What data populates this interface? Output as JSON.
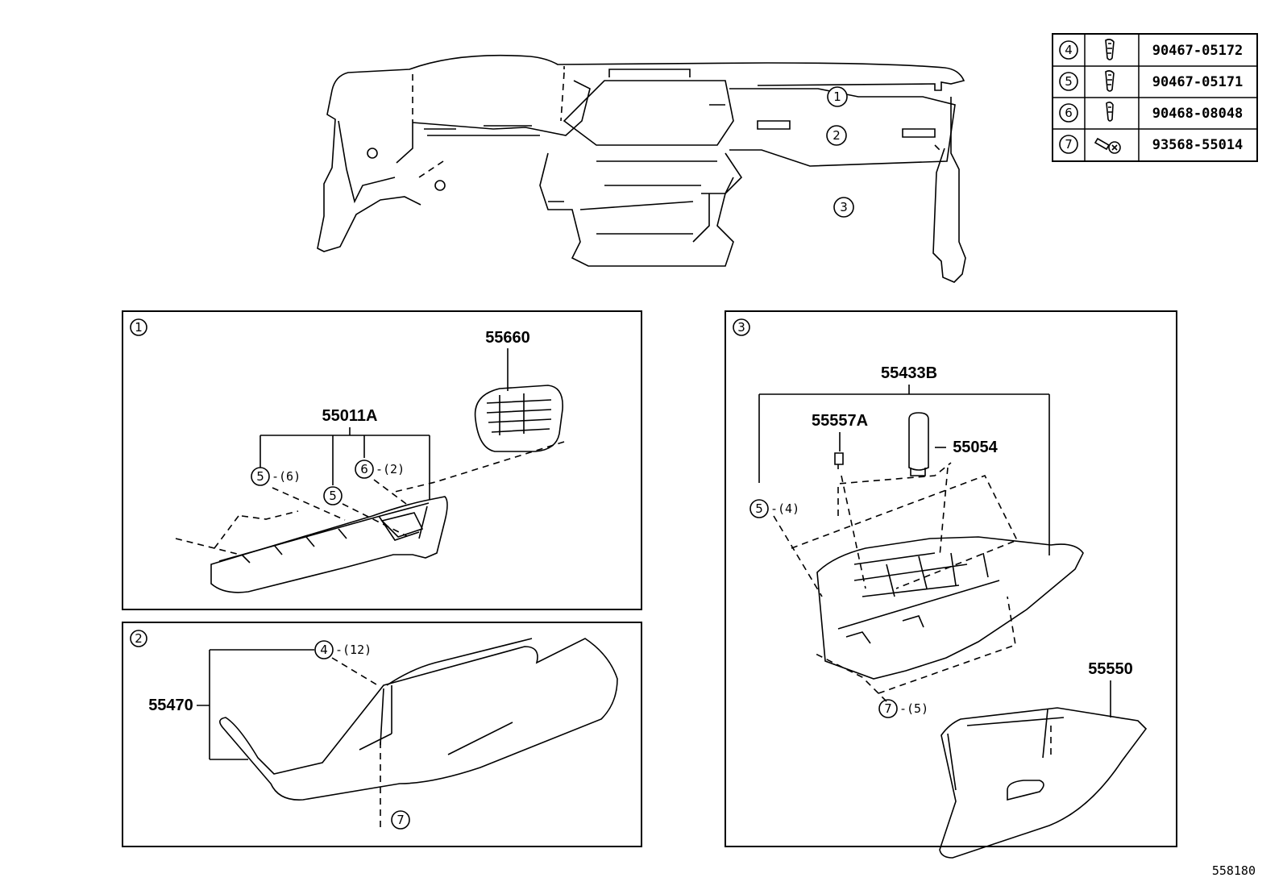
{
  "table": {
    "rows": [
      {
        "num": "4",
        "icon": "clip-icon",
        "part": "90467-05172"
      },
      {
        "num": "5",
        "icon": "clip-icon",
        "part": "90467-05171"
      },
      {
        "num": "6",
        "icon": "clip-icon",
        "part": "90468-08048"
      },
      {
        "num": "7",
        "icon": "screw-icon",
        "part": "93568-55014"
      }
    ]
  },
  "overview": {
    "callouts": [
      "1",
      "2",
      "3"
    ]
  },
  "panel1": {
    "id": "1",
    "labels": {
      "p55660": "55660",
      "p55011A": "55011A"
    },
    "callouts": [
      {
        "num": "5",
        "qty": "-(6)"
      },
      {
        "num": "5",
        "qty": ""
      },
      {
        "num": "6",
        "qty": "-(2)"
      }
    ]
  },
  "panel2": {
    "id": "2",
    "labels": {
      "p55470": "55470"
    },
    "callouts": [
      {
        "num": "4",
        "qty": "-(12)"
      },
      {
        "num": "7",
        "qty": ""
      }
    ]
  },
  "panel3": {
    "id": "3",
    "labels": {
      "p55433B": "55433B",
      "p55557A": "55557A",
      "p55054": "55054",
      "p55550": "55550"
    },
    "callouts": [
      {
        "num": "5",
        "qty": "-(4)"
      },
      {
        "num": "7",
        "qty": "-(5)"
      }
    ]
  },
  "figure_code": "558180"
}
